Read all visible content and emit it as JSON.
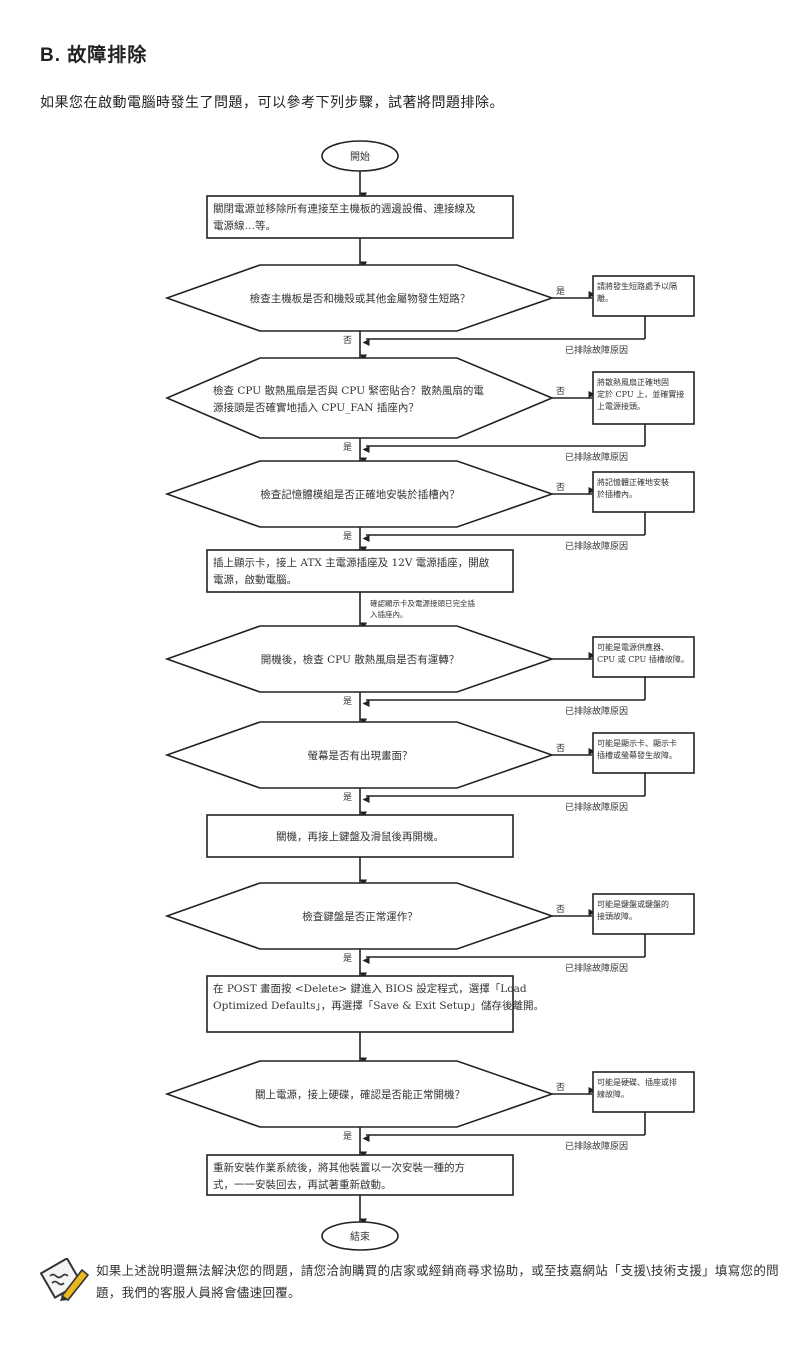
{
  "header": {
    "title": "B. 故障排除",
    "intro": "如果您在啟動電腦時發生了問題，可以參考下列步驟，試著將問題排除。"
  },
  "flowchart": {
    "start_label": "開始",
    "end_label": "結束",
    "resolved_label": "已排除故障原因",
    "yes_label": "是",
    "no_label": "否",
    "steps": [
      {
        "type": "process",
        "lines": [
          "關閉電源並移除所有連接至主機板的週邊設備、連接線及",
          "電源線…等。"
        ]
      },
      {
        "type": "decision",
        "lines": [
          "檢查主機板是否和機殼或其他金屬物發生短路？"
        ],
        "side_label": "是",
        "down_label": "否",
        "side_box": [
          "請將發生短路處予以隔",
          "離。"
        ]
      },
      {
        "type": "decision",
        "lines": [
          "檢查 CPU 散熱風扇是否與 CPU 緊密貼合？散熱風扇的電",
          "源接頭是否確實地插入 CPU_FAN 插座內？"
        ],
        "side_label": "否",
        "down_label": "是",
        "side_box": [
          "將散熱風扇正確地固",
          "定於 CPU 上，並確實接",
          "上電源接頭。"
        ]
      },
      {
        "type": "decision",
        "lines": [
          "檢查記憶體模組是否正確地安裝於插槽內？"
        ],
        "side_label": "否",
        "down_label": "是",
        "side_box": [
          "將記憶體正確地安裝",
          "於插槽內。"
        ]
      },
      {
        "type": "process",
        "lines": [
          "插上顯示卡，接上 ATX 主電源插座及 12V 電源插座，開啟",
          "電源，啟動電腦。"
        ],
        "arrow_note": [
          "確認顯示卡及電源接頭已完全插",
          "入插座內。"
        ]
      },
      {
        "type": "decision",
        "lines": [
          "開機後，檢查 CPU 散熱風扇是否有運轉？"
        ],
        "side_label": "",
        "down_label": "是",
        "side_box": [
          "可能是電源供應器、",
          "CPU 或 CPU 插槽故障。"
        ]
      },
      {
        "type": "decision",
        "lines": [
          "螢幕是否有出現畫面？"
        ],
        "side_label": "否",
        "down_label": "是",
        "side_box": [
          "可能是顯示卡、顯示卡",
          "插槽或螢幕發生故障。"
        ]
      },
      {
        "type": "process",
        "lines": [
          "關機，再接上鍵盤及滑鼠後再開機。"
        ]
      },
      {
        "type": "decision",
        "lines": [
          "檢查鍵盤是否正常運作？"
        ],
        "side_label": "否",
        "down_label": "是",
        "side_box": [
          "可能是鍵盤或鍵盤的",
          "接頭故障。"
        ]
      },
      {
        "type": "process",
        "lines": [
          "在 POST 畫面按 <Delete> 鍵進入 BIOS 設定程式，選擇「Load",
          "Optimized Defaults」，再選擇「Save & Exit Setup」儲存後離開。"
        ]
      },
      {
        "type": "decision",
        "lines": [
          "關上電源，接上硬碟，確認是否能正常開機？"
        ],
        "side_label": "否",
        "down_label": "是",
        "side_box": [
          "可能是硬碟、插座或排",
          "線故障。"
        ]
      },
      {
        "type": "process",
        "lines": [
          "重新安裝作業系統後，將其他裝置以一次安裝一種的方",
          "式，一一安裝回去，再試著重新啟動。"
        ]
      }
    ]
  },
  "note": {
    "icon": "note-pencil-icon",
    "text": "如果上述說明還無法解決您的問題，請您洽詢購買的店家或經銷商尋求協助，或至技嘉網站「支援\\技術支援」填寫您的問題，我們的客服人員將會儘速回覆。"
  }
}
